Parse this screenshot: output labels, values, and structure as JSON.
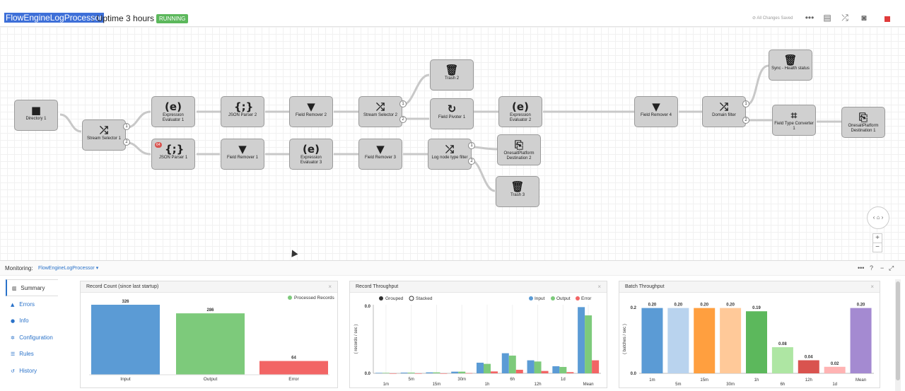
{
  "header": {
    "pipeline_name": "FlowEngineLogProcessor",
    "uptime": ": Uptime  3 hours",
    "status": "RUNNING",
    "saved": "All Changes Saved"
  },
  "colors": {
    "running": "#5cb85c",
    "link": "#2a72c9",
    "input": "#5b9bd5",
    "output": "#7dca7b",
    "error": "#f26565",
    "stop": "#e03b3b"
  },
  "nodes": [
    {
      "id": "dir1",
      "label": "Directory 1",
      "icon": "folder-icon"
    },
    {
      "id": "ss1",
      "label": "Stream Selector 1",
      "icon": "shuffle-icon"
    },
    {
      "id": "ee1",
      "label": "Expression Evaluator 1",
      "icon": "expression-icon"
    },
    {
      "id": "jp2",
      "label": "JSON Parser 2",
      "icon": "json-file-icon"
    },
    {
      "id": "fr2",
      "label": "Field Remover 2",
      "icon": "funnel-icon"
    },
    {
      "id": "ss2",
      "label": "Stream Selector 2",
      "icon": "shuffle-icon"
    },
    {
      "id": "trash2",
      "label": "Trash 2",
      "icon": "trash-icon"
    },
    {
      "id": "fp1",
      "label": "Field Pivoter 1",
      "icon": "pivot-icon"
    },
    {
      "id": "ee2",
      "label": "Expression Evaluator 2",
      "icon": "expression-icon"
    },
    {
      "id": "jp1",
      "label": "JSON Parser 1",
      "icon": "json-file-icon",
      "badge": "64"
    },
    {
      "id": "fr1",
      "label": "Field Remover 1",
      "icon": "funnel-icon"
    },
    {
      "id": "ee3",
      "label": "Expression Evaluator 3",
      "icon": "expression-icon"
    },
    {
      "id": "fr3",
      "label": "Field Remover 3",
      "icon": "funnel-icon"
    },
    {
      "id": "lntf",
      "label": "Log node type filter",
      "icon": "shuffle-icon"
    },
    {
      "id": "od2",
      "label": "OnesaitPlatform Destination 2",
      "icon": "destination-icon"
    },
    {
      "id": "trash3",
      "label": "Trash 3",
      "icon": "trash-icon"
    },
    {
      "id": "fr4",
      "label": "Field Remover 4",
      "icon": "funnel-icon"
    },
    {
      "id": "df",
      "label": "Domain filter",
      "icon": "shuffle-icon"
    },
    {
      "id": "shs",
      "label": "Sync - Health status",
      "icon": "trash-icon"
    },
    {
      "id": "ftc1",
      "label": "Field Type Converter 1",
      "icon": "crop-icon"
    },
    {
      "id": "od1",
      "label": "OnesaitPlatform Destination 1",
      "icon": "destination-icon"
    }
  ],
  "port_labels": [
    "1",
    "2"
  ],
  "monitoring": {
    "label": "Monitoring:",
    "pipeline_link": "FlowEngineLogProcessor ▾",
    "tabs": [
      {
        "label": "Summary",
        "icon": "bar-chart-icon"
      },
      {
        "label": "Errors",
        "icon": "warning-icon"
      },
      {
        "label": "Info",
        "icon": "info-icon"
      },
      {
        "label": "Configuration",
        "icon": "gear-icon"
      },
      {
        "label": "Rules",
        "icon": "list-icon"
      },
      {
        "label": "History",
        "icon": "history-icon"
      }
    ]
  },
  "panels": {
    "record_count_title": "Record Count (since last startup)",
    "record_throughput_title": "Record Throughput",
    "batch_throughput_title": "Batch Throughput"
  },
  "chart_data": [
    {
      "type": "bar",
      "title": "Record Count (since last startup)",
      "categories": [
        "Input",
        "Output",
        "Error"
      ],
      "values": [
        326,
        286,
        64
      ],
      "legend": [
        "Processed Records"
      ],
      "legend_position": "top-right",
      "ylim": [
        0,
        326
      ]
    },
    {
      "type": "bar",
      "title": "Record Throughput",
      "ylabel": "( records / sec )",
      "categories": [
        "1m",
        "5m",
        "15m",
        "30m",
        "1h",
        "6h",
        "12h",
        "1d",
        "Mean"
      ],
      "y_tick_labels": [
        "0.0",
        "0.0"
      ],
      "options": [
        "Grouped",
        "Stacked"
      ],
      "selected_option": "Grouped",
      "legend_position": "top-right",
      "series": [
        {
          "name": "Input",
          "values": [
            0.002,
            0.003,
            0.004,
            0.007,
            0.045,
            0.085,
            0.055,
            0.03,
            0.28
          ]
        },
        {
          "name": "Output",
          "values": [
            0.002,
            0.003,
            0.004,
            0.007,
            0.04,
            0.075,
            0.05,
            0.027,
            0.245
          ]
        },
        {
          "name": "Error",
          "values": [
            0.0,
            0.0,
            0.0,
            0.001,
            0.008,
            0.015,
            0.01,
            0.005,
            0.055
          ]
        }
      ],
      "ylim": [
        0,
        0.29
      ]
    },
    {
      "type": "bar",
      "title": "Batch Throughput",
      "ylabel": "( batches / sec )",
      "y_tick_labels": [
        "0.2",
        "0.0"
      ],
      "categories": [
        "1m",
        "5m",
        "15m",
        "30m",
        "1h",
        "6h",
        "12h",
        "1d",
        "Mean"
      ],
      "values": [
        0.2,
        0.2,
        0.2,
        0.2,
        0.19,
        0.08,
        0.04,
        0.02,
        0.2
      ],
      "value_labels": [
        "0.20",
        "0.20",
        "0.20",
        "0.20",
        "0.19",
        "0.08",
        "0.04",
        "0.02",
        "0.20"
      ],
      "bar_colors": [
        "#5b9bd5",
        "#b9d3ee",
        "#ff9f3f",
        "#ffc999",
        "#5cb85c",
        "#aee6a3",
        "#d9534f",
        "#ffb3b3",
        "#a48ad1"
      ],
      "ylim": [
        0,
        0.21
      ]
    }
  ]
}
